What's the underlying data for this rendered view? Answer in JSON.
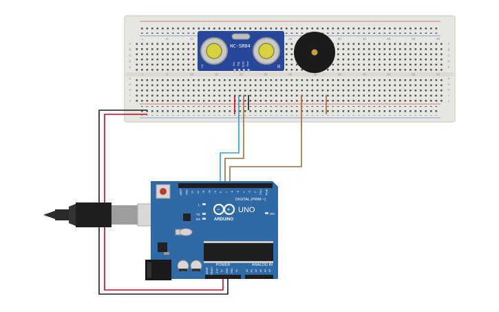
{
  "colors": {
    "breadboard": "#e8e6e1",
    "breadboard_edge": "#d6d3cc",
    "hole": "#3a3a3a",
    "rail_red": "#d9534f",
    "rail_blue": "#5b8bd6",
    "sensor_pcb": "#27479a",
    "arduino_pcb": "#2f6aa6",
    "wire_red": "#d0021b",
    "wire_black": "#1a1a1a",
    "wire_blue": "#2a9fd6",
    "wire_brown": "#a0693a",
    "buzzer_body": "#1b1b1b",
    "buzzer_center": "#c8a13a"
  },
  "breadboard": {
    "rail_top_numbers": [
      "1",
      "5",
      "10",
      "15",
      "20",
      "25",
      "30",
      "35",
      "40",
      "45",
      "50",
      "55",
      "60"
    ],
    "row_letters_top": [
      "A",
      "B",
      "C",
      "D",
      "E"
    ],
    "row_letters_bottom": [
      "F",
      "G",
      "H",
      "I",
      "J"
    ]
  },
  "sensor": {
    "model": "HC-SR04",
    "pins": [
      "Vcc",
      "Trig",
      "Echo",
      "Gnd"
    ],
    "left_tag": "T",
    "right_tag": "R"
  },
  "buzzer": {
    "icon": "piezo-buzzer-icon"
  },
  "arduino": {
    "brand": "ARDUINO",
    "model": "UNO",
    "logo": "arduino-infinity-logo",
    "digital_label": "DIGITAL (PWM ~)",
    "power_label": "POWER",
    "analog_label": "ANALOG IN",
    "on_label": "ON",
    "l_label": "L",
    "tx_label": "TX",
    "rx_label": "RX",
    "top_pins": [
      "AREF",
      "GND",
      "13",
      "12",
      "~11",
      "~10",
      "~9",
      "8",
      "7",
      "~6",
      "~5",
      "4",
      "~3",
      "2",
      "TX▸1",
      "RX◂0"
    ],
    "power_pins": [
      "IOREF",
      "RESET",
      "3.3V",
      "5V",
      "GND",
      "GND",
      "Vin"
    ],
    "analog_pins": [
      "A0",
      "A1",
      "A2",
      "A3",
      "A4",
      "A5"
    ]
  },
  "usb": {
    "icon": "usb-cable-icon"
  }
}
